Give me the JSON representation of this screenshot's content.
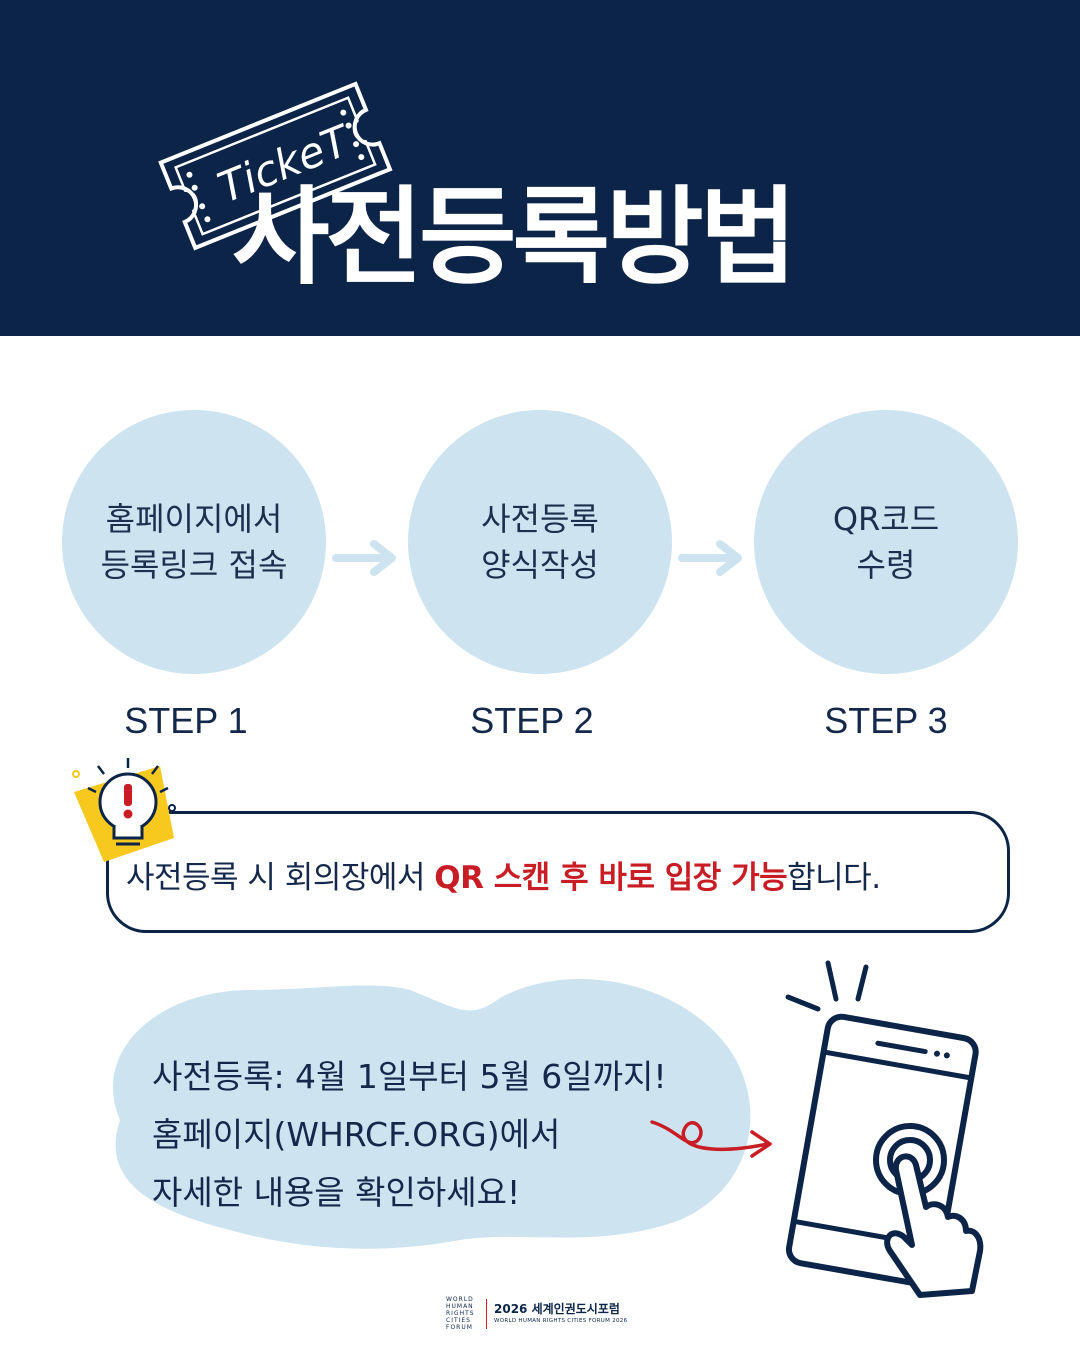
{
  "header": {
    "ticket_word": "TickeT",
    "title": "사전등록방법"
  },
  "steps": [
    {
      "text": "홈페이지에서\n등록링크 접속",
      "label": "STEP 1"
    },
    {
      "text": "사전등록\n양식작성",
      "label": "STEP 2"
    },
    {
      "text": "QR코드\n수령",
      "label": "STEP 3"
    }
  ],
  "notice": {
    "prefix": "사전등록 시 회의장에서 ",
    "highlight": "QR 스캔 후 바로 입장 가능",
    "suffix": "합니다."
  },
  "info": {
    "line1": "사전등록: 4월 1일부터 5월 6일까지!",
    "line2": "홈페이지(WHRCF.ORG)에서",
    "line3": "자세한 내용을 확인하세요!"
  },
  "footer": {
    "logo_words": [
      "WORLD",
      "HUMAN",
      "RIGHTS",
      "CITIES",
      "FORUM"
    ],
    "title": "2026 세계인권도시포럼",
    "subtitle": "WORLD HUMAN RIGHTS CITIES FORUM 2026"
  },
  "colors": {
    "navy": "#0b2447",
    "light_blue": "#cde3f0",
    "accent_red": "#c81d25",
    "bulb_yellow": "#f7c81e"
  }
}
